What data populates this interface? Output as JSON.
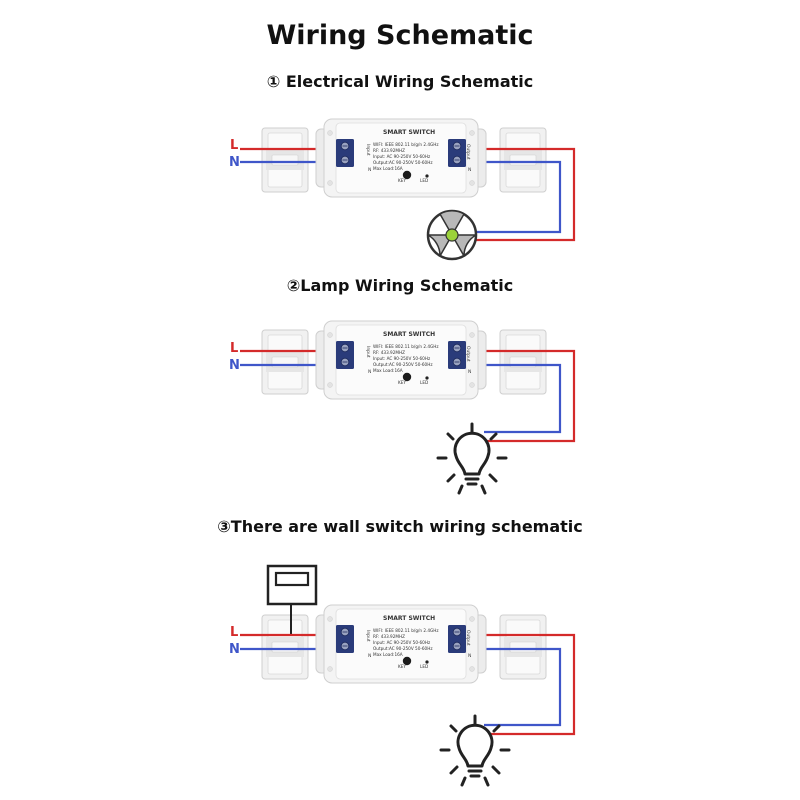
{
  "title": "Wiring Schematic",
  "sections": [
    {
      "label": "① Electrical Wiring Schematic"
    },
    {
      "label": "②Lamp Wiring Schematic"
    },
    {
      "label": "③There are wall switch wiring schematic"
    }
  ],
  "wires": {
    "live_label": "L",
    "neutral_label": "N",
    "live_color": "#d42a2a",
    "neutral_color": "#3f56c9"
  },
  "device": {
    "header": "SMART SWITCH",
    "specs": [
      "WIFI: IEEE 802.11 b/g/n 2.4GHz",
      "RF: 433.92MHZ",
      "Input: AC 90-250V 50-60Hz",
      "Output:AC 90-250V 50-60Hz",
      "Max Load:16A"
    ],
    "key_label": "KEY",
    "led_label": "LED",
    "input_label": "Input",
    "output_label": "Output",
    "n_label": "N"
  },
  "icons": [
    "fan-icon",
    "light-bulb-icon",
    "light-bulb-icon",
    "wall-switch-icon"
  ]
}
